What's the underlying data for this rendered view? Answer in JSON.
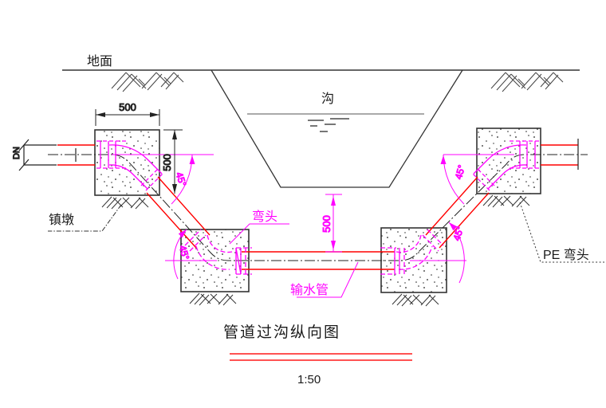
{
  "drawing": {
    "title": "管道过沟纵向图",
    "scale": "1:50",
    "labels": {
      "ground": "地面",
      "ditch": "沟",
      "thrust_block": "镇墩",
      "elbow": "弯头",
      "water_pipe": "输水管",
      "pe_elbow": "PE 弯头"
    },
    "dimensions": {
      "block_width": "500",
      "block_height": "500",
      "pipe_depth_below_ditch": "500",
      "pipe_diameter": "DN",
      "bend_angle": "45°"
    },
    "colors": {
      "pipe": "#ff0000",
      "fitting": "#ff00ff",
      "line": "#1a1a1a"
    }
  }
}
